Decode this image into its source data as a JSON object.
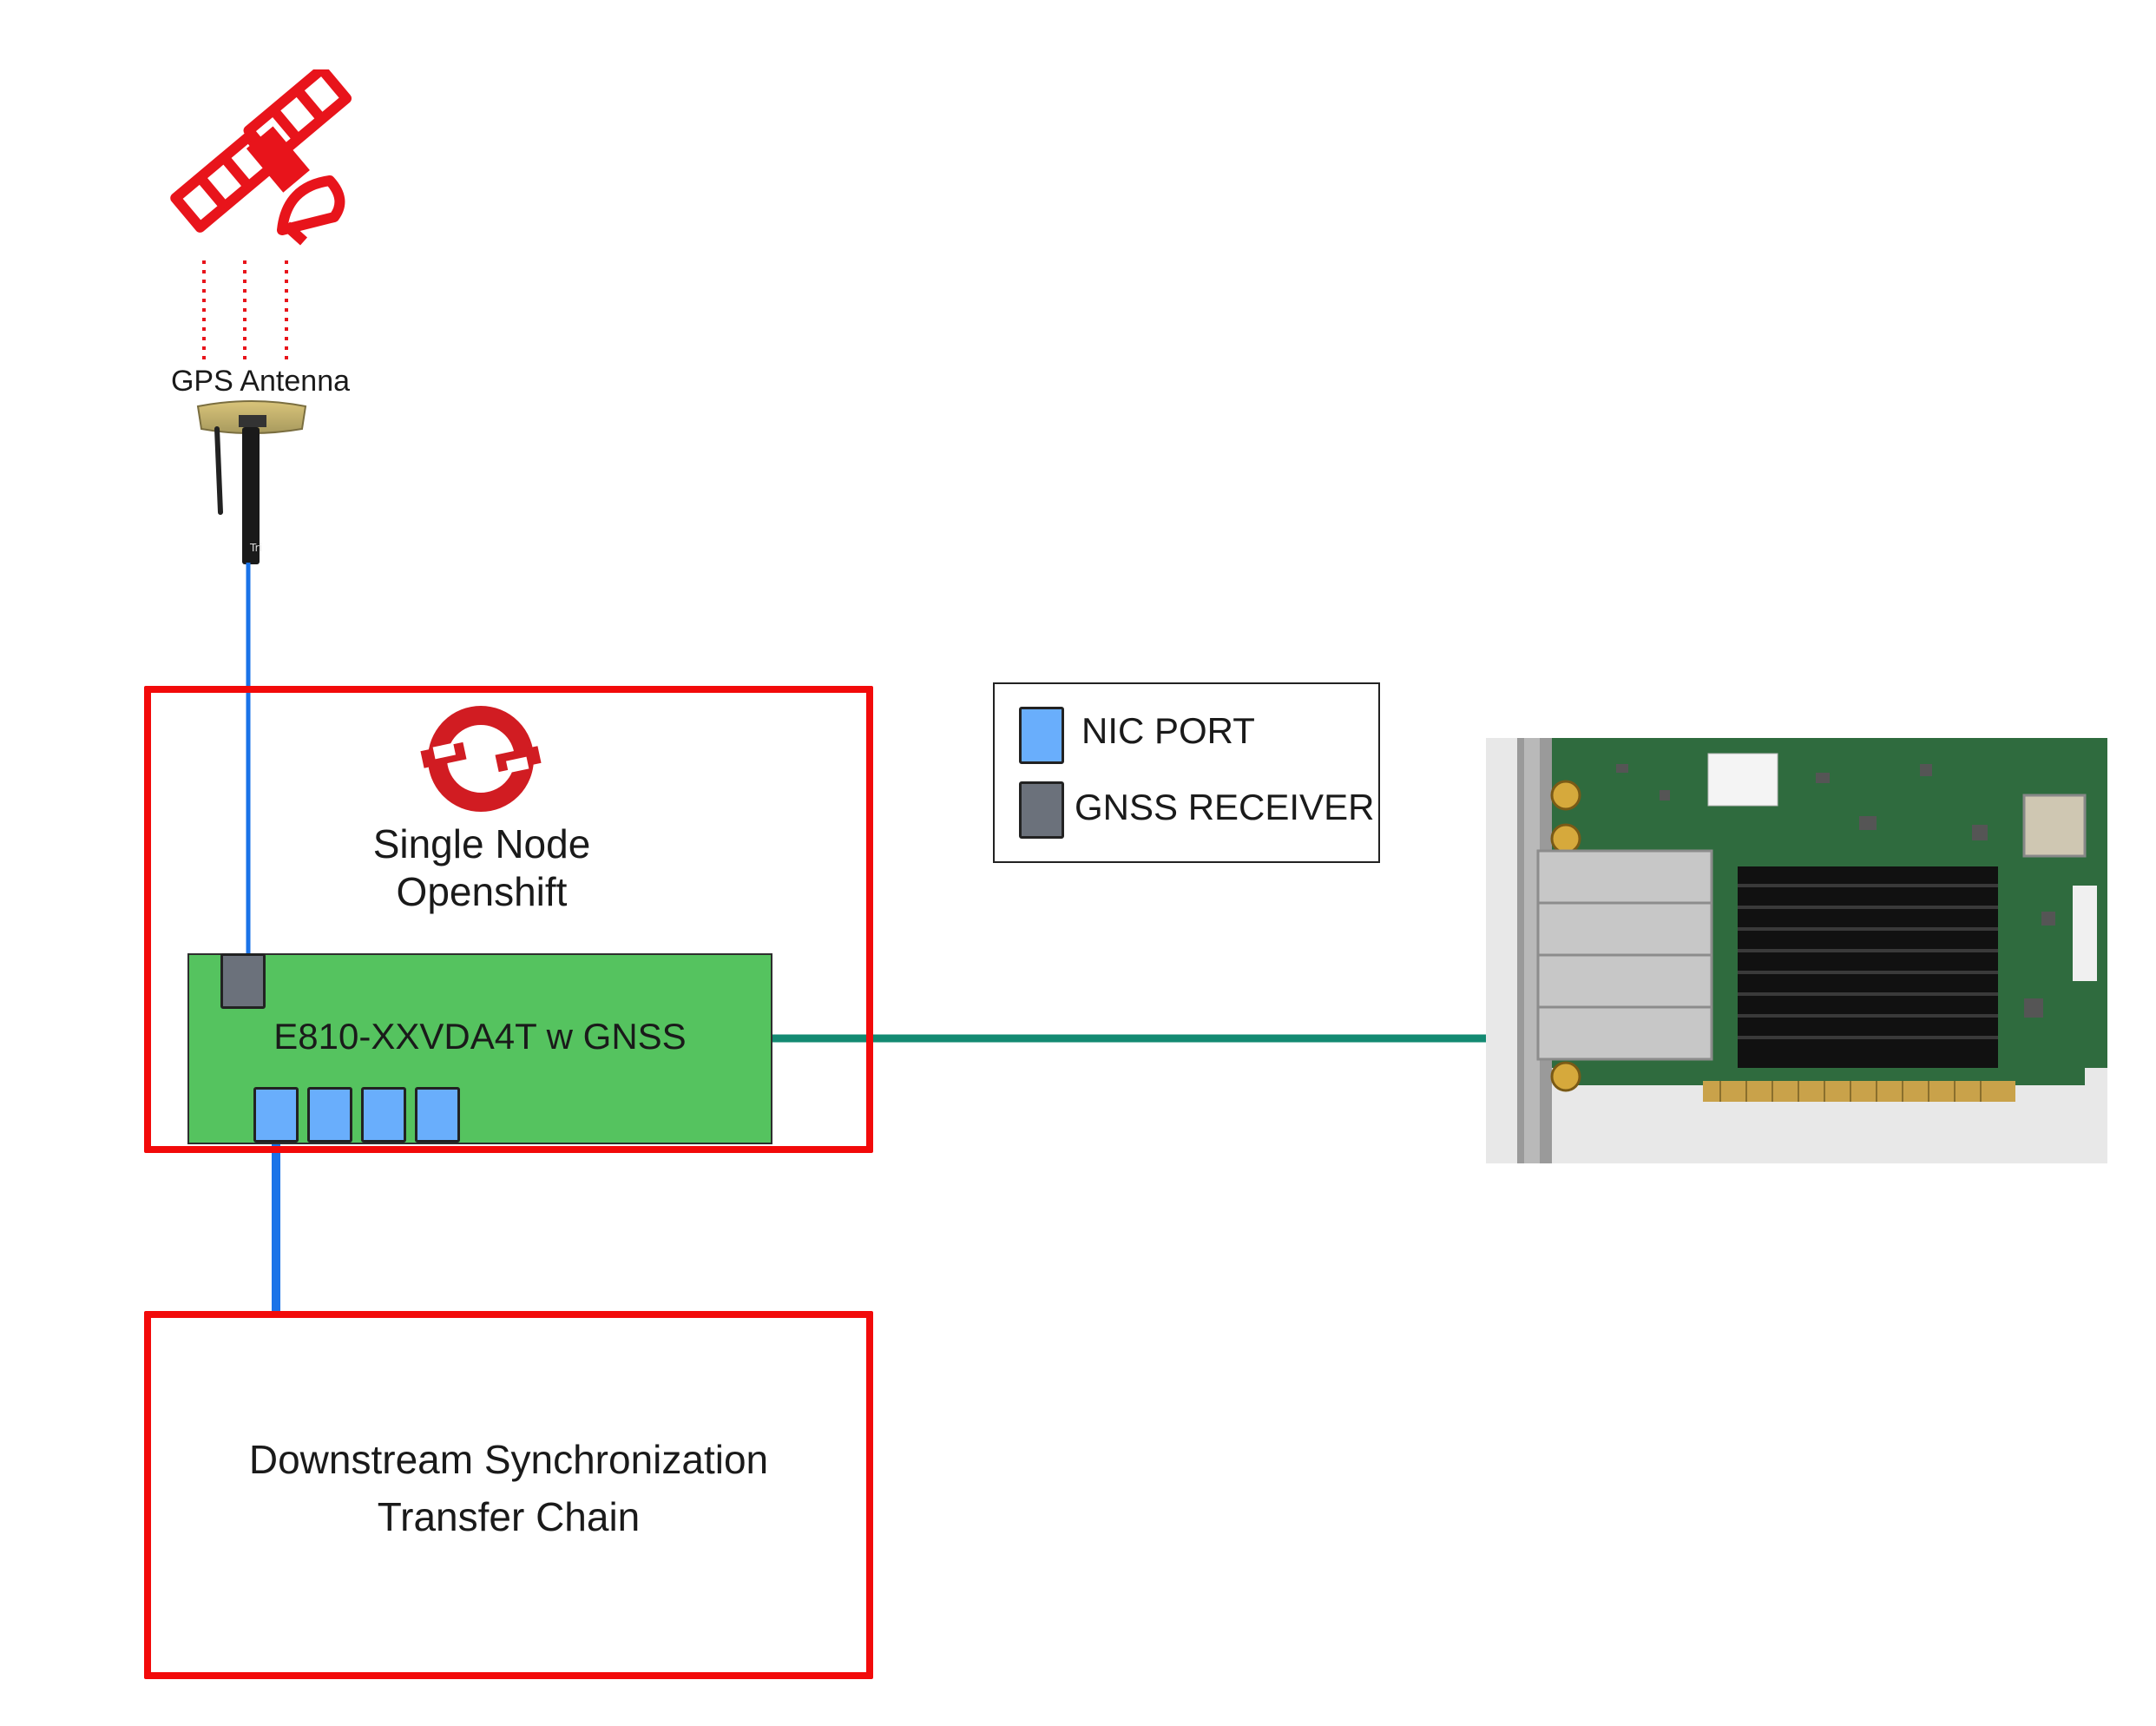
{
  "antenna": {
    "label": "GPS Antenna"
  },
  "sno_box": {
    "title_line1": "Single Node",
    "title_line2": "Openshift"
  },
  "nic": {
    "label": "E810-XXVDA4T w GNSS",
    "ports": [
      "port-1",
      "port-2",
      "port-3",
      "port-4"
    ]
  },
  "legend": {
    "items": [
      {
        "label": "NIC PORT",
        "color": "#69aefc"
      },
      {
        "label": "GNSS RECEIVER",
        "color": "#6b717b"
      }
    ]
  },
  "downstream": {
    "line1": "Downstream Synchronization",
    "line2": "Transfer Chain"
  },
  "colors": {
    "box_border": "#f20a0a",
    "nic_green": "#55c35f",
    "cable_blue": "#1a73e8",
    "arrow_teal": "#138a72",
    "satellite_red": "#e8141b"
  }
}
